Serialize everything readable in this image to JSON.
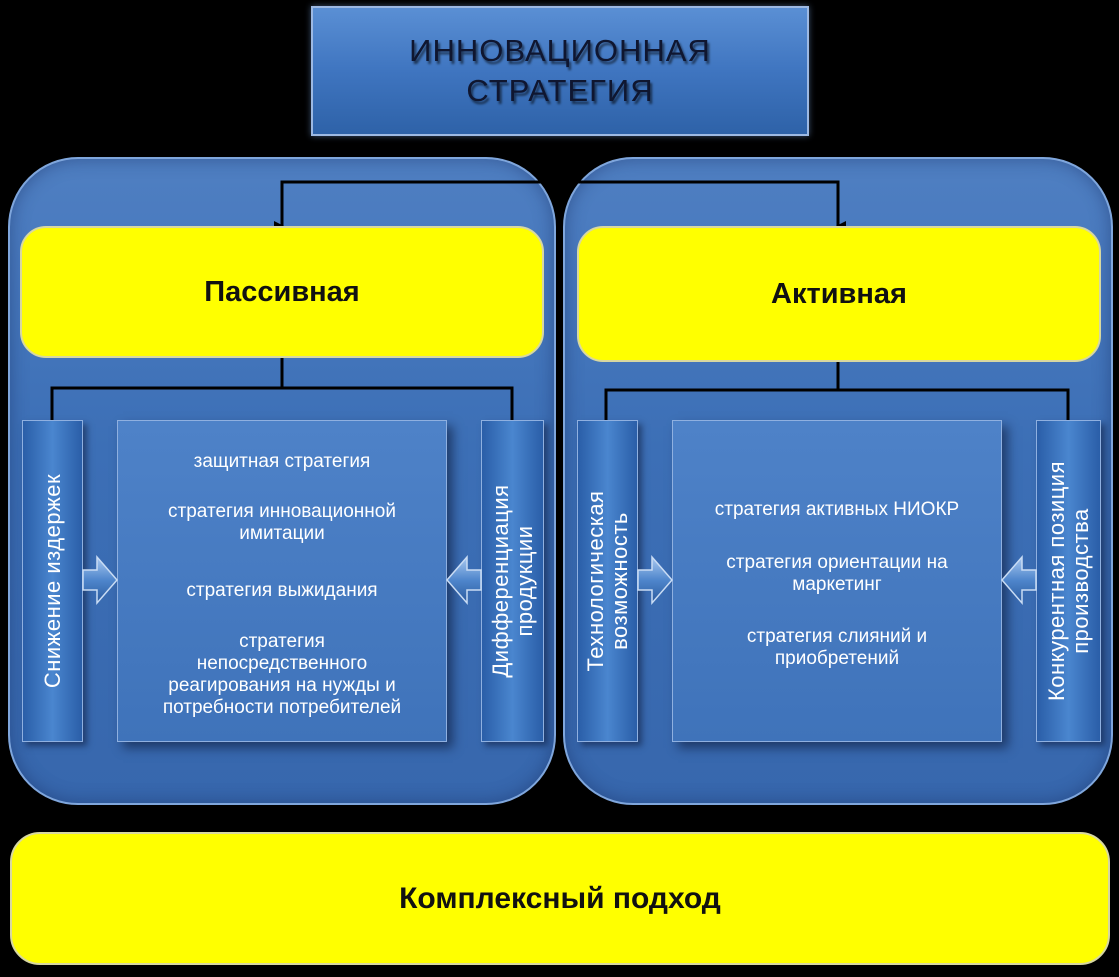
{
  "title": {
    "line1": "ИННОВАЦИОННАЯ",
    "line2": "СТРАТЕГИЯ"
  },
  "passive": {
    "label": "Пассивная",
    "left_bar": "Снижение  издержек",
    "right_bar_line1": "Дифференциация",
    "right_bar_line2": "продукции",
    "items": [
      "защитная стратегия",
      "стратегия инновационной",
      "имитации",
      "стратегия выжидания",
      "стратегия",
      "непосредственного",
      "реагирования на нужды и",
      "потребности потребителей"
    ]
  },
  "active": {
    "label": "Активная",
    "left_bar_line1": "Технологическая",
    "left_bar_line2": "возможность",
    "right_bar_line1": "Конкурентная позиция",
    "right_bar_line2": "производства",
    "items": [
      "стратегия активных НИОКР",
      "стратегия ориентации на",
      "маркетинг",
      "стратегия слияний и",
      "приобретений"
    ]
  },
  "bottom": {
    "label": "Комплексный подход"
  },
  "colors": {
    "yellow": "#ffff00",
    "panel_blue": "#3c6fb6",
    "background": "#000000"
  }
}
